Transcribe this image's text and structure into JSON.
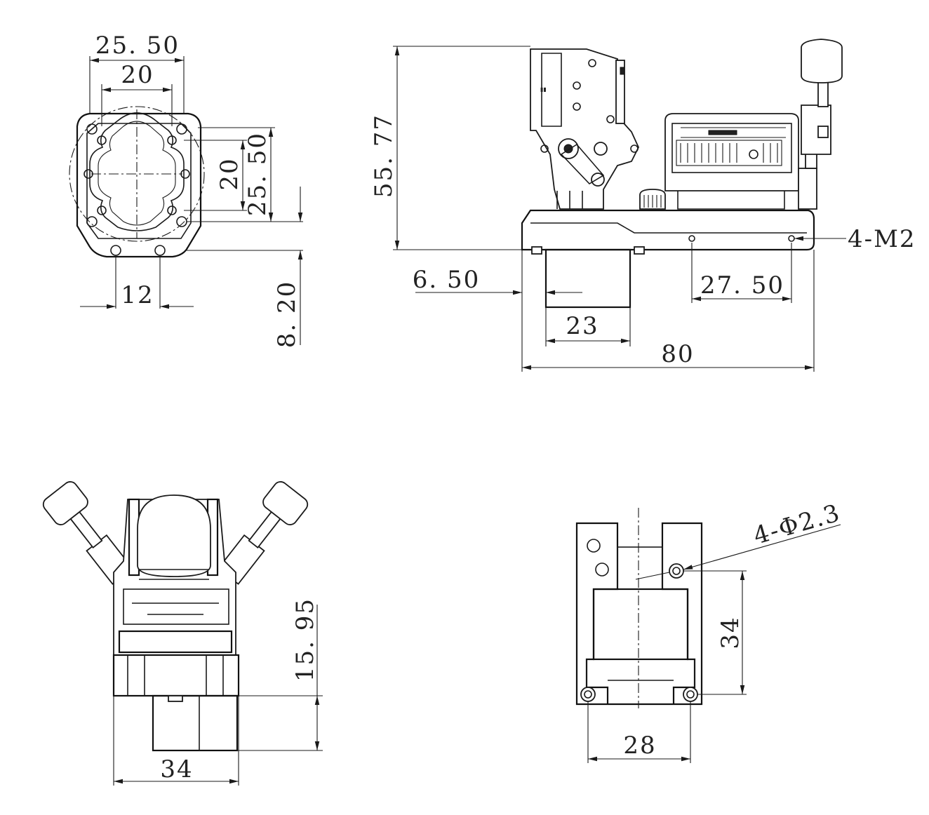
{
  "top_left_view": {
    "dims": {
      "outer_width": "25. 50",
      "inner_width": "20",
      "inner_height": "20",
      "outer_height": "25. 50",
      "bottom_holes": "12",
      "base_height": "8. 20"
    }
  },
  "top_right_view": {
    "dims": {
      "total_height": "55. 77",
      "left_offset": "6. 50",
      "foot_width": "23",
      "total_length": "80",
      "hole_spacing": "27. 50",
      "thread_callout": "4-M2"
    }
  },
  "bottom_left_view": {
    "dims": {
      "base_width": "34",
      "base_height": "15. 95"
    }
  },
  "bottom_right_view": {
    "dims": {
      "hole_callout": "4-Φ2.3",
      "hole_vertical": "34",
      "hole_horizontal": "28"
    }
  }
}
